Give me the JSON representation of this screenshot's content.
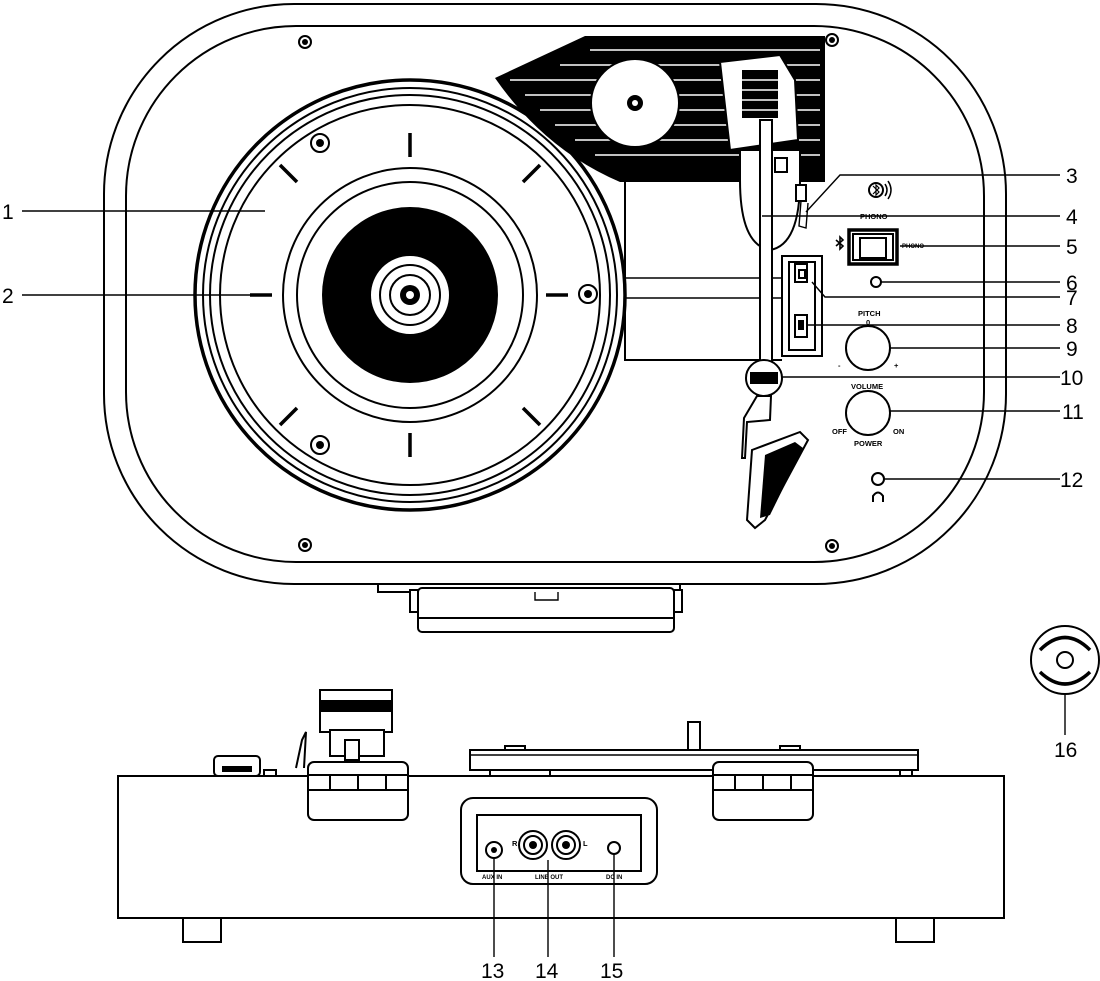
{
  "diagram": {
    "callouts": [
      "1",
      "2",
      "3",
      "4",
      "5",
      "6",
      "7",
      "8",
      "9",
      "10",
      "11",
      "12",
      "13",
      "14",
      "15",
      "16"
    ],
    "panel": {
      "phono_top": "PHONO",
      "phono_side": "PHONO",
      "pitch": "PITCH",
      "pitch_zero": "0",
      "pitch_minus": "-",
      "pitch_plus": "+",
      "volume": "VOLUME",
      "off": "OFF",
      "on": "ON",
      "power": "POWER"
    },
    "rear_panel": {
      "aux_in": "AUX IN",
      "line_out": "LINE OUT",
      "right": "R",
      "left": "L",
      "dc_in": "DC IN"
    }
  }
}
